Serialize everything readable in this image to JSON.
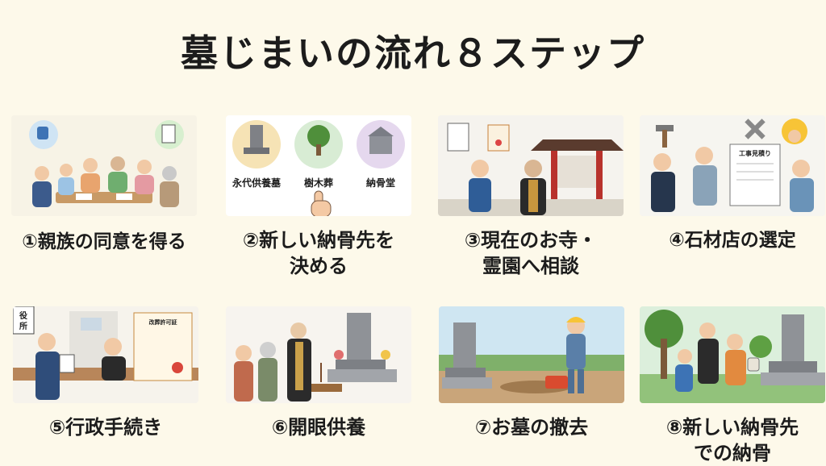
{
  "title": "墓じまいの流れ８ステップ",
  "steps": [
    {
      "label": "①親族の同意を得る"
    },
    {
      "label": "②新しい納骨先を\n決める",
      "options": [
        "永代供養墓",
        "樹木葬",
        "納骨堂"
      ]
    },
    {
      "label": "③現在のお寺・\n霊園へ相談"
    },
    {
      "label": "④石材店の選定",
      "document_title": "工事見積り"
    },
    {
      "label": "⑤行政手続き",
      "sign_text": "役所",
      "document_title": "改葬許可証"
    },
    {
      "label": "⑥開眼供養"
    },
    {
      "label": "⑦お墓の撤去"
    },
    {
      "label": "⑧新しい納骨先\nでの納骨"
    }
  ],
  "colors": {
    "background": "#fdf9ea",
    "grave_stone": "#8f9297",
    "tree": "#4f8f3b",
    "sky": "#cfe6f2",
    "ground": "#c9a57a"
  }
}
